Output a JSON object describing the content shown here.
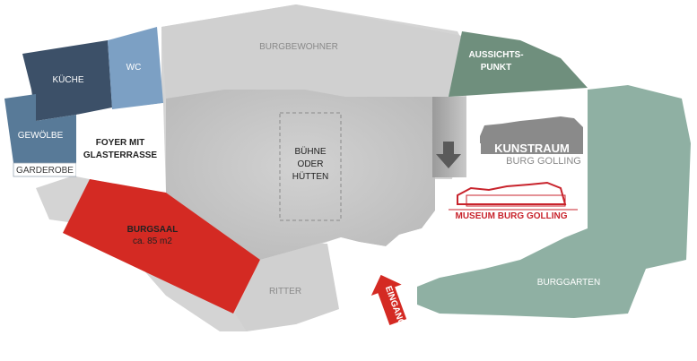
{
  "rooms": {
    "burgbewohner": "BURGBEWOHNER",
    "aussichtspunkt_line1": "AUSSICHTS-",
    "aussichtspunkt_line2": "PUNKT",
    "kueche": "KÜCHE",
    "wc": "WC",
    "gewoelbe": "GEWÖLBE",
    "garderobe": "GARDEROBE",
    "foyer_line1": "FOYER MIT",
    "foyer_line2": "GLASTERRASSE",
    "buehne_line1": "BÜHNE",
    "buehne_line2": "ODER",
    "buehne_line3": "HÜTTEN",
    "burgsaal": "BURGSAAL",
    "burgsaal_size": "ca. 85 m2",
    "ritter": "RITTER",
    "burggarten": "BURGGARTEN",
    "eingang": "EINGANG"
  },
  "logos": {
    "kunstraum_line1": "KUNSTRAUM",
    "kunstraum_line2": "BURG GOLLING",
    "museum": "MUSEUM BURG GOLLING"
  },
  "colors": {
    "light_gray": "#d4d4d4",
    "mid_gray": "#bdbdbd",
    "dark_blue": "#3c5068",
    "light_blue": "#7ca0c4",
    "blue_gray": "#587a98",
    "red": "#d42a23",
    "teal_dark": "#6f8f7d",
    "teal_light": "#8fb0a3"
  }
}
